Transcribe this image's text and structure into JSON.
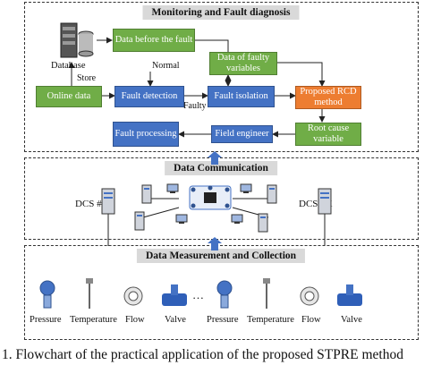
{
  "panels": {
    "monitoring": "Monitoring and Fault diagnosis",
    "communication": "Data Communication",
    "measurement": "Data Measurement and Collection"
  },
  "monitoring": {
    "database": "Database",
    "store": "Store",
    "normal": "Normal",
    "faulty": "Faulty",
    "data_before_fault": "Data before the fault",
    "data_faulty_vars": "Data of faulty variables",
    "online_data": "Online data",
    "fault_detection": "Fault detection",
    "fault_isolation": "Fault isolation",
    "proposed_rcd": "Proposed RCD method",
    "root_cause": "Root cause variable",
    "field_engineer": "Field engineer",
    "fault_processing": "Fault processing"
  },
  "communication": {
    "dcs1": "DCS #1",
    "dcsk": "DCS #K"
  },
  "measurement": {
    "labels": [
      "Pressure",
      "Temperature",
      "Flow",
      "Valve",
      "Pressure",
      "Temperature",
      "Flow",
      "Valve"
    ],
    "ellipsis": "…"
  },
  "caption": "1.   Flowchart of the practical application of the proposed STPRE method",
  "colors": {
    "green": "#70ad47",
    "blue": "#4472c4",
    "orange": "#ed7d31",
    "arrow": "#4472c4"
  }
}
